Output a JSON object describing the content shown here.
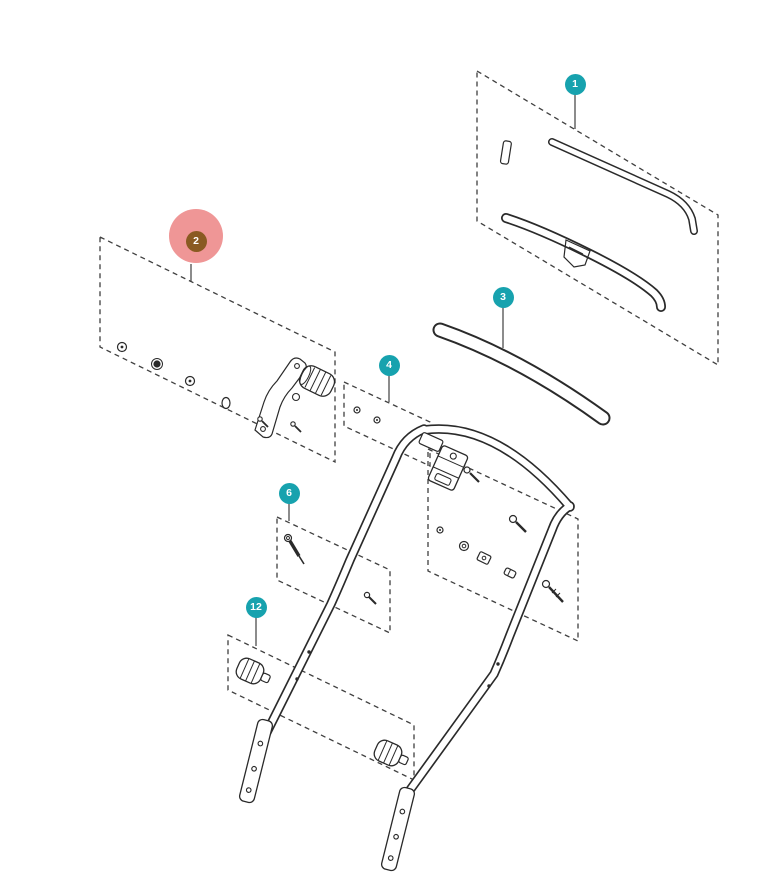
{
  "diagram": {
    "callouts": [
      {
        "number": "1",
        "highlighted": false
      },
      {
        "number": "2",
        "highlighted": true
      },
      {
        "number": "3",
        "highlighted": false
      },
      {
        "number": "4",
        "highlighted": false
      },
      {
        "number": "6",
        "highlighted": false
      },
      {
        "number": "12",
        "highlighted": false
      }
    ],
    "colors": {
      "callout_badge": "#17a2ae",
      "callout_text": "#ffffff",
      "highlight_halo": "#ee8d8d",
      "highlighted_badge": "#8a5a22",
      "line_art": "#2a2a2a",
      "background": "#ffffff"
    }
  }
}
